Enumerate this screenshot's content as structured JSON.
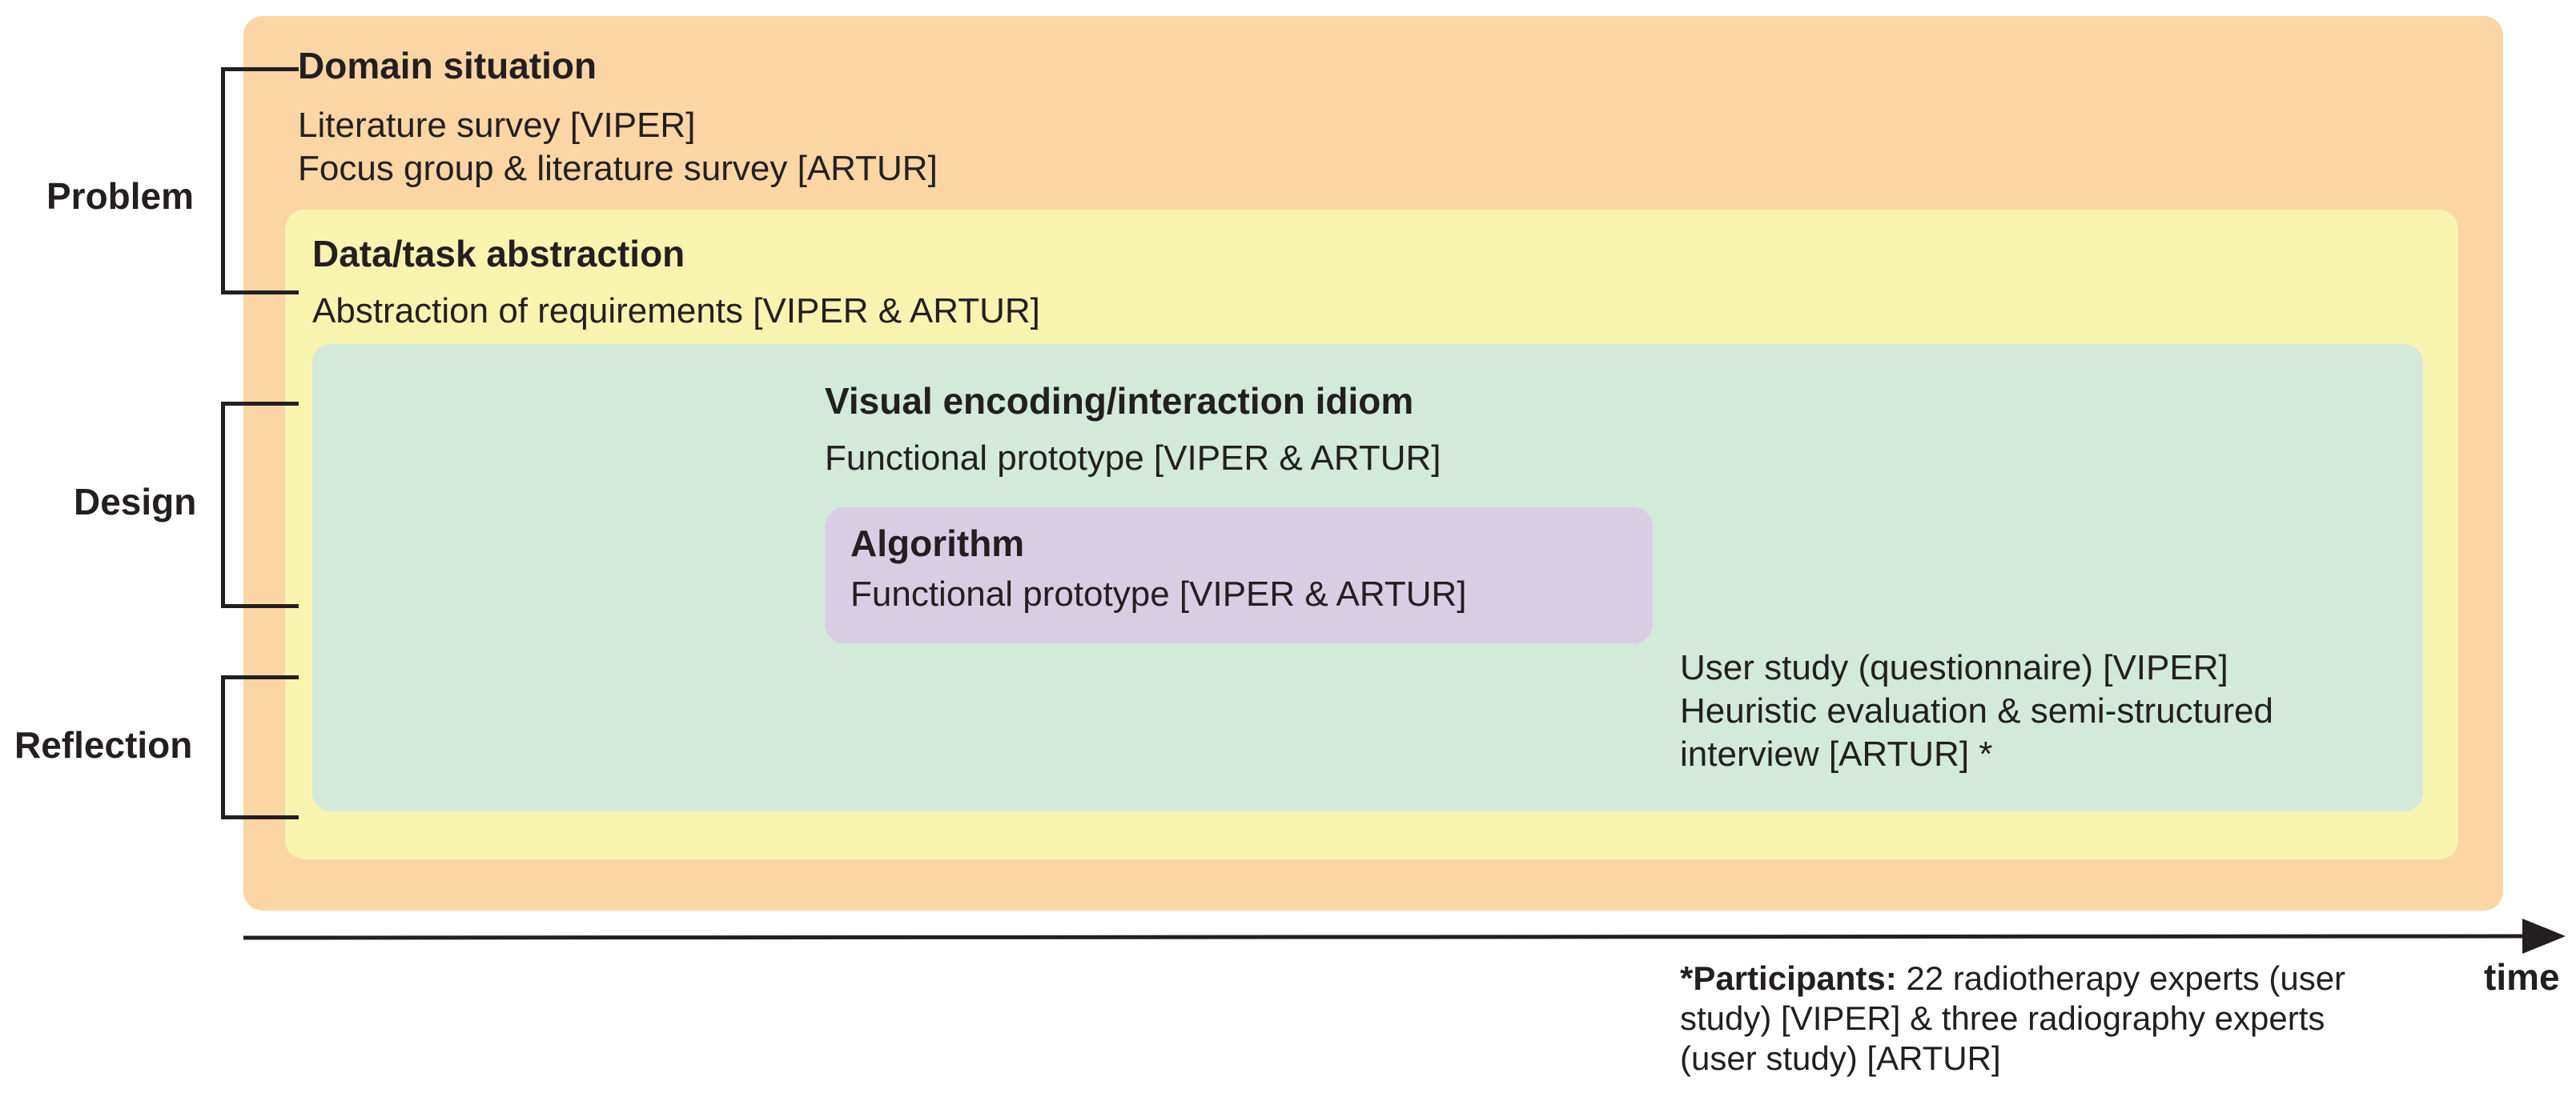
{
  "colors": {
    "domain": "#fcd5a4",
    "data": "#f8f4b0",
    "visual": "#d3e9d9",
    "algorithm": "#d9cde4",
    "ink": "#231f20"
  },
  "side_labels": {
    "problem": "Problem",
    "design": "Design",
    "reflection": "Reflection"
  },
  "domain": {
    "title": "Domain situation",
    "line1": "Literature survey [VIPER]",
    "line2": "Focus group & literature survey [ARTUR]"
  },
  "data_task": {
    "title": "Data/task abstraction",
    "line1": "Abstraction of requirements [VIPER & ARTUR]"
  },
  "visual": {
    "title": "Visual encoding/interaction idiom",
    "line1": "Functional prototype  [VIPER & ARTUR]"
  },
  "algorithm": {
    "title": "Algorithm",
    "line1": "Functional prototype  [VIPER & ARTUR]"
  },
  "evaluation": {
    "line1": "User study (questionnaire) [VIPER]",
    "line2": "Heuristic evaluation & semi-structured",
    "line3": "interview [ARTUR] *"
  },
  "axis": {
    "label": "time"
  },
  "footnote": {
    "bold": "*Participants:",
    "line1": " 22 radiotherapy experts (user",
    "line2": "study) [VIPER] & three radiography experts",
    "line3": "(user study)  [ARTUR]"
  }
}
